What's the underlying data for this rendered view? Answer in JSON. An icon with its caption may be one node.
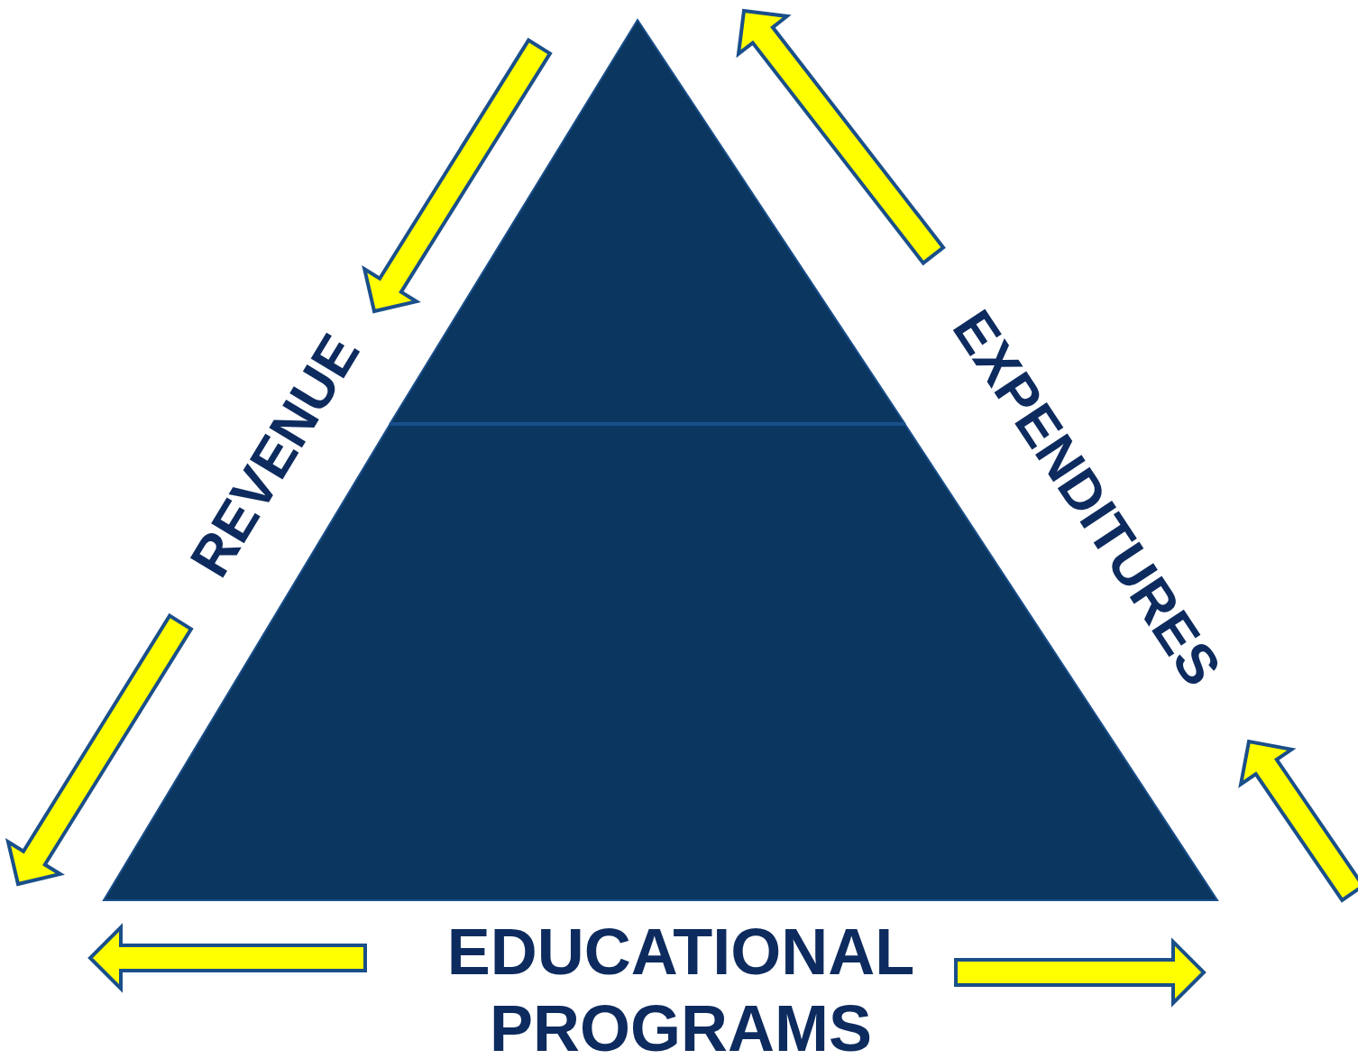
{
  "diagram": {
    "labels": [
      "REVENUE",
      "EXPENDITURES",
      "EDUCATIONAL PROGRAMS"
    ]
  }
}
